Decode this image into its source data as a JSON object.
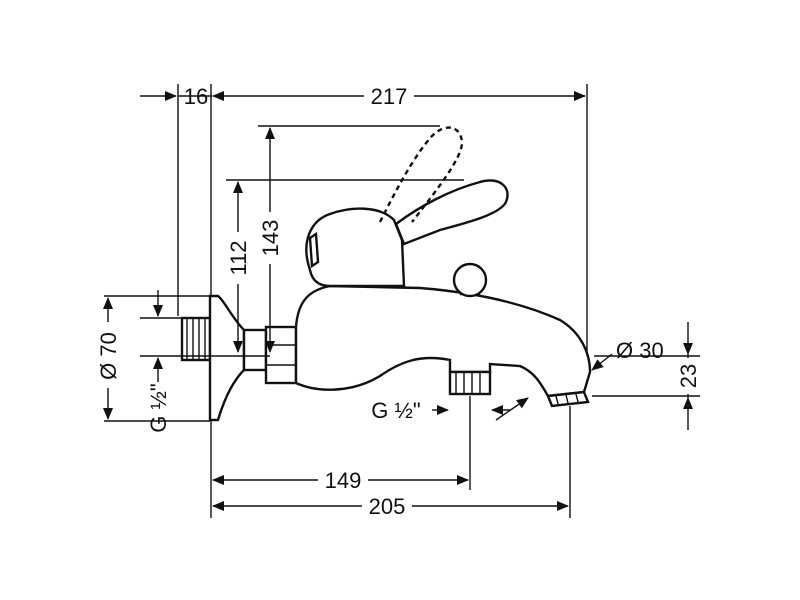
{
  "dimensions": {
    "d16": "16",
    "d217": "217",
    "d143": "143",
    "d112": "112",
    "d70": "Ø 70",
    "g_left": "G ½\"",
    "g_bottom": "G ½\"",
    "d30": "Ø 30",
    "d23": "23",
    "d149": "149",
    "d205": "205"
  }
}
